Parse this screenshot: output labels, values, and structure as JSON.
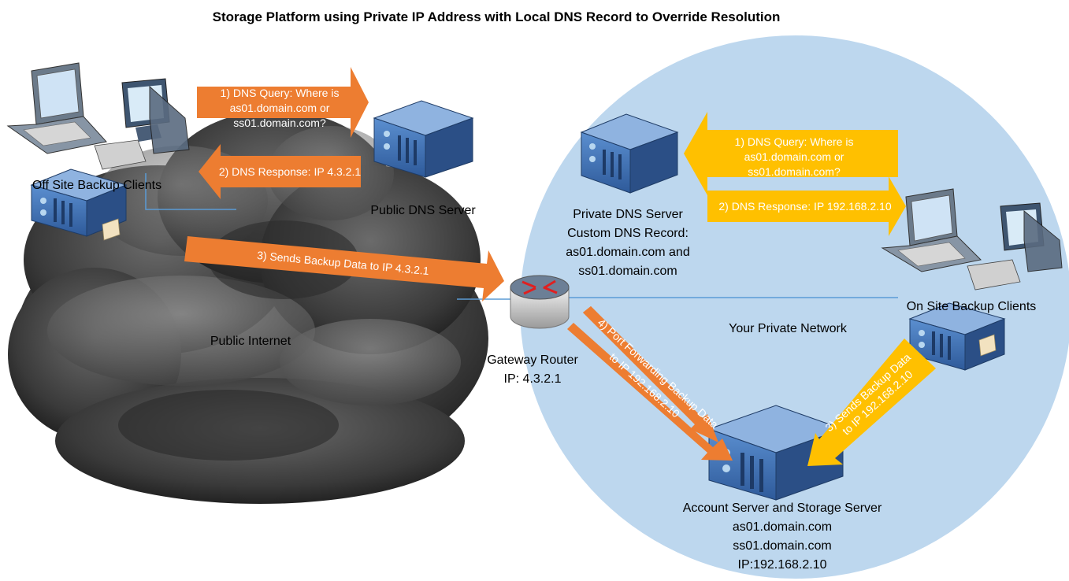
{
  "title": "Storage Platform using Private IP Address with Local DNS Record to Override Resolution",
  "colors": {
    "orange": "#ED7D31",
    "gold": "#FFC000",
    "private_circle": "#BDD7EE",
    "cloud_dark": "#3a3a3a"
  },
  "labels": {
    "offsite_clients": "Off Site Backup Clients",
    "public_dns": "Public DNS Server",
    "public_internet": "Public Internet",
    "gateway_name": "Gateway Router",
    "gateway_ip": "IP: 4.3.2.1",
    "private_dns_1": "Private DNS Server",
    "private_dns_2": "Custom DNS Record:",
    "private_dns_3": "as01.domain.com and",
    "private_dns_4": "ss01.domain.com",
    "private_network": "Your Private Network",
    "onsite_clients": "On Site Backup Clients",
    "account_1": "Account Server and Storage Server",
    "account_2": "as01.domain.com",
    "account_3": "ss01.domain.com",
    "account_4": "IP:192.168.2.10"
  },
  "arrows": {
    "pub_query_1": "1) DNS Query: Where is",
    "pub_query_2": "as01.domain.com or",
    "pub_query_3": "ss01.domain.com?",
    "pub_response": "2) DNS Response: IP 4.3.2.1",
    "send_public": "3) Sends Backup Data to IP 4.3.2.1",
    "portfwd_1": "4) Port Forwarding Backup Data",
    "portfwd_2": "to IP 192.168.2.10",
    "priv_query_1": "1) DNS Query: Where is",
    "priv_query_2": "as01.domain.com or",
    "priv_query_3": "ss01.domain.com?",
    "priv_response": "2) DNS Response: IP 192.168.2.10",
    "send_private_1": "3) Sends Backup Data",
    "send_private_2": "to IP 192.168.2.10"
  }
}
